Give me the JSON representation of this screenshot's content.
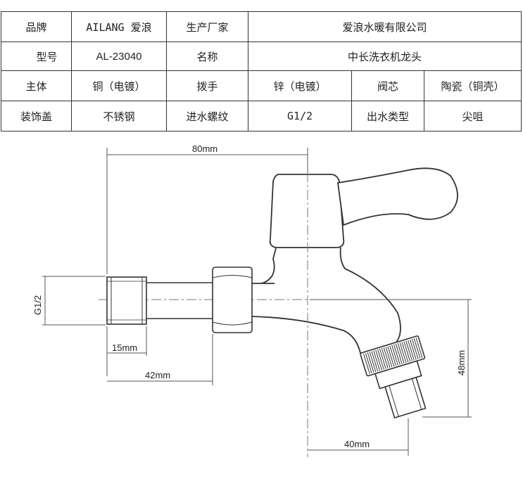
{
  "table": {
    "brand_label": "品牌",
    "brand_value": "AILANG 爱浪",
    "maker_label": "生产厂家",
    "maker_value": "爱浪水暖有限公司",
    "model_label": "型号",
    "model_value": "AL-23040",
    "name_label": "名称",
    "name_value": "中长洗衣机龙头",
    "body_label": "主体",
    "body_value": "铜（电镀）",
    "handle_label": "拨手",
    "handle_value": "锌（电镀）",
    "core_label": "阀芯",
    "core_value": "陶瓷（铜壳）",
    "cover_label": "装饰盖",
    "cover_value": "不锈钢",
    "inlet_label": "进水螺纹",
    "inlet_value": "G1/2",
    "outlet_label": "出水类型",
    "outlet_value": "尖咀"
  },
  "dims": {
    "total_length": "80mm",
    "thread_size": "G1/2",
    "thread_length": "15mm",
    "inlet_length": "42mm",
    "height": "48mm",
    "spout_offset": "40mm"
  }
}
